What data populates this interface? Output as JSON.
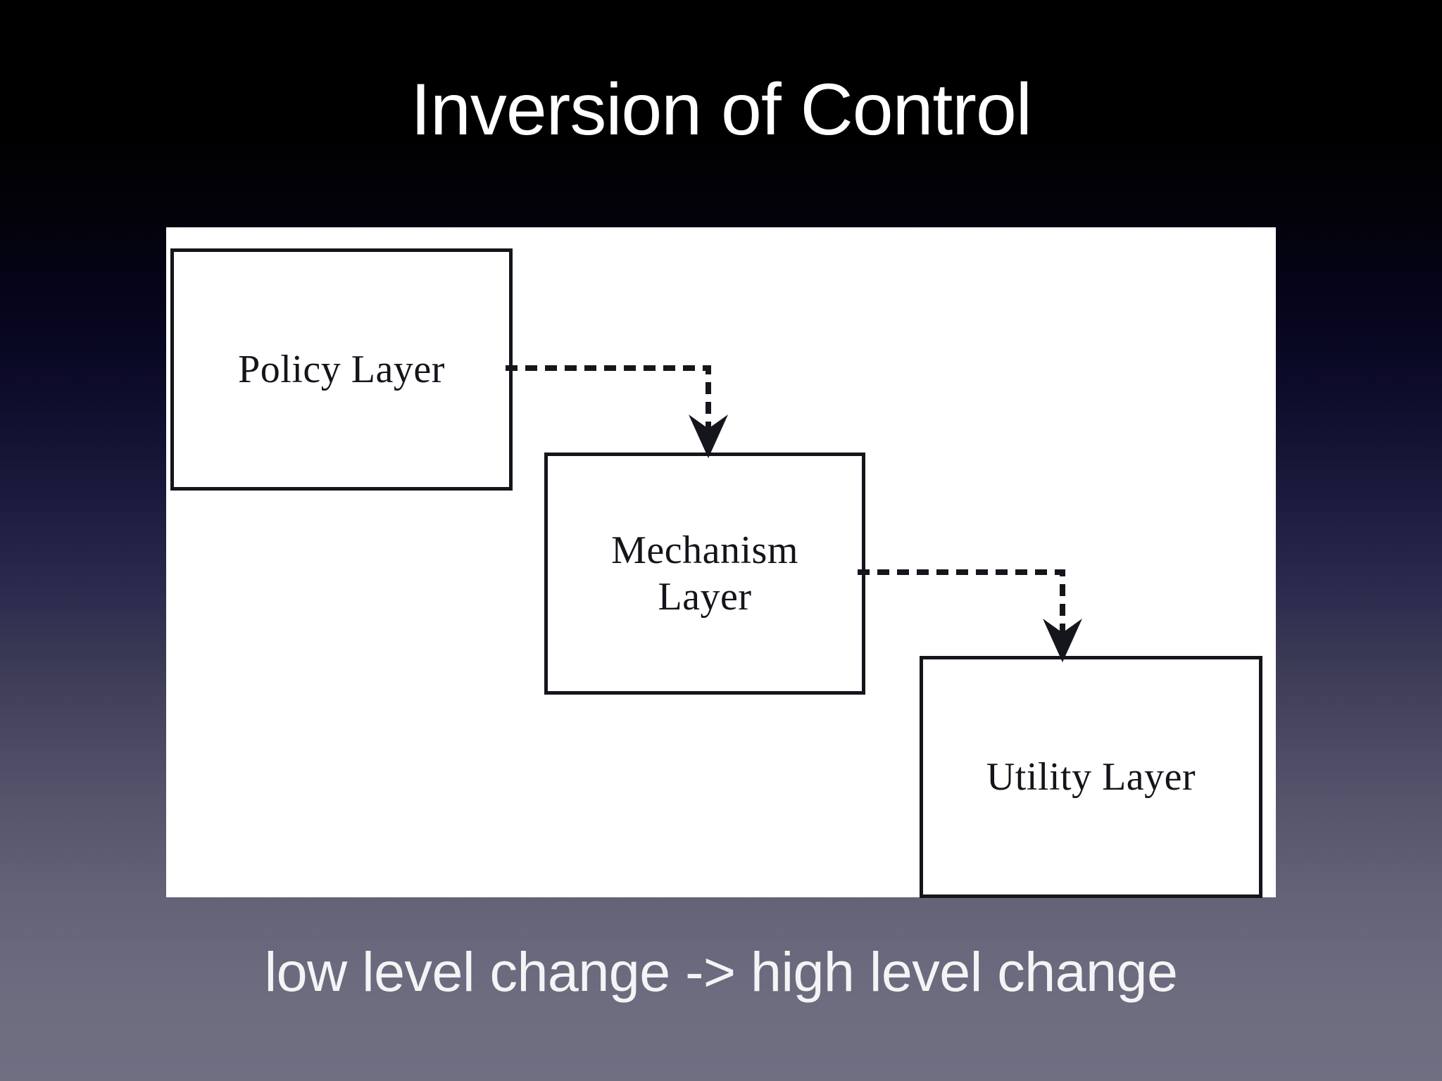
{
  "slide": {
    "title": "Inversion of Control",
    "caption": "low level change -> high level change",
    "background_top_color": "#000000",
    "background_bottom_color": "#706f82",
    "title_color": "#ffffff",
    "caption_color": "#f4f4f6"
  },
  "diagram": {
    "panel_background": "#ffffff",
    "stroke_color": "#15151c",
    "boxes": [
      {
        "id": "policy",
        "label": "Policy Layer"
      },
      {
        "id": "mechanism",
        "label": "Mechanism\nLayer",
        "line1": "Mechanism",
        "line2": "Layer"
      },
      {
        "id": "utility",
        "label": "Utility Layer"
      }
    ],
    "connectors": [
      {
        "id": "policy-to-mechanism",
        "from": "policy",
        "to": "mechanism",
        "style": "dashed",
        "arrow": "barbed-down"
      },
      {
        "id": "mechanism-to-utility",
        "from": "mechanism",
        "to": "utility",
        "style": "dashed",
        "arrow": "barbed-down"
      }
    ]
  }
}
